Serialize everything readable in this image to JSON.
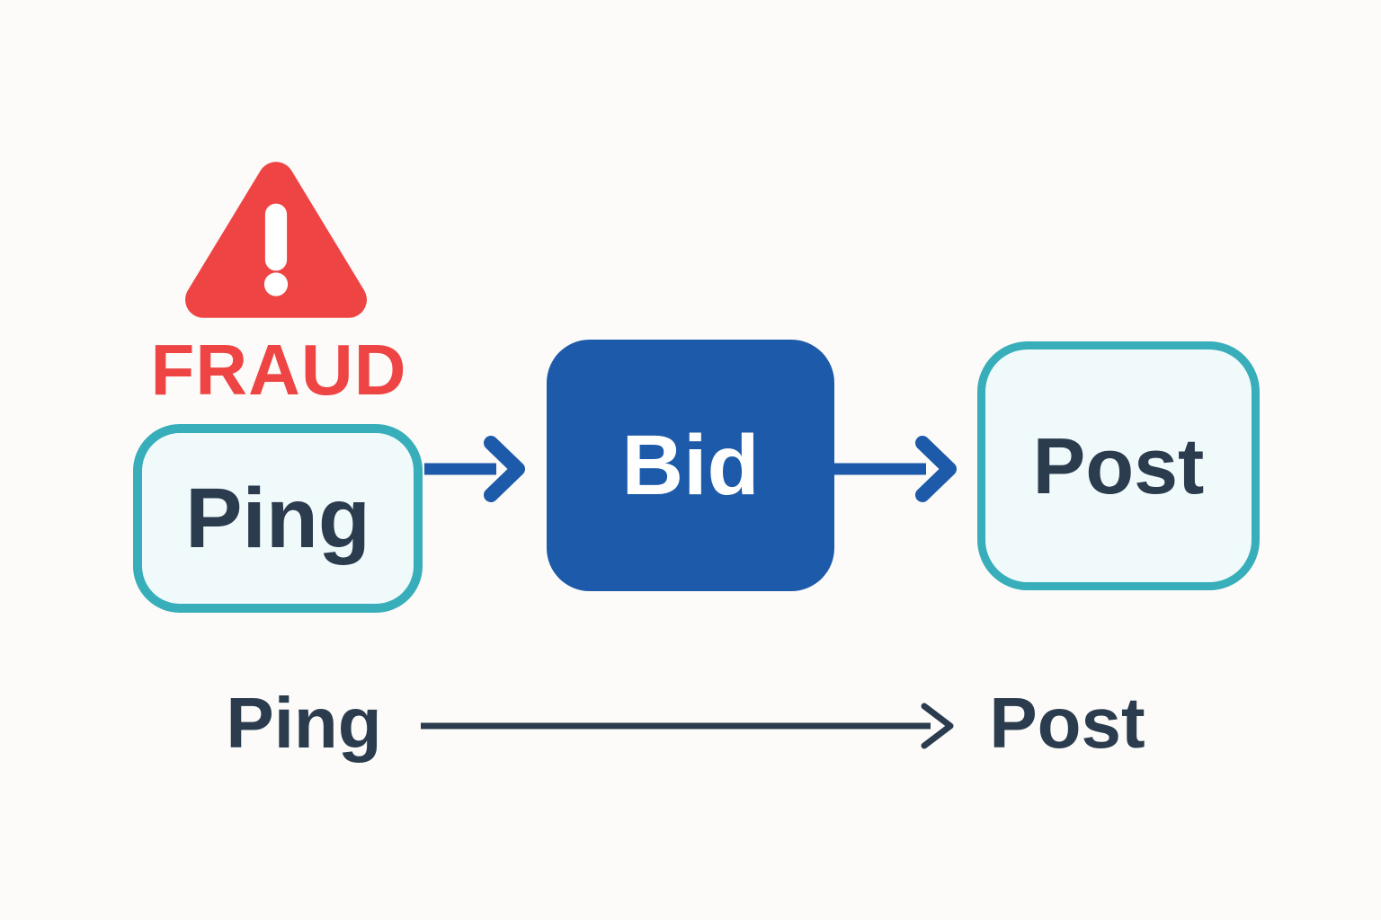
{
  "title": "Ping to Bid to Post flow diagram with fraud warning",
  "warning": {
    "icon": "warning-triangle-icon",
    "label": "FRAUD"
  },
  "nodes": {
    "ping": {
      "label": "Ping",
      "style": "outlined"
    },
    "bid": {
      "label": "Bid",
      "style": "filled"
    },
    "post": {
      "label": "Post",
      "style": "outlined"
    }
  },
  "timeline": {
    "start_label": "Ping",
    "end_label": "Post"
  },
  "colors": {
    "alert_red": "#EE4444",
    "node_blue": "#1D5AA9",
    "teal_border": "#38AEBA",
    "navy_text": "#2B3C4F",
    "node_fill": "#F1FAFB",
    "background": "#FCFBF9"
  }
}
